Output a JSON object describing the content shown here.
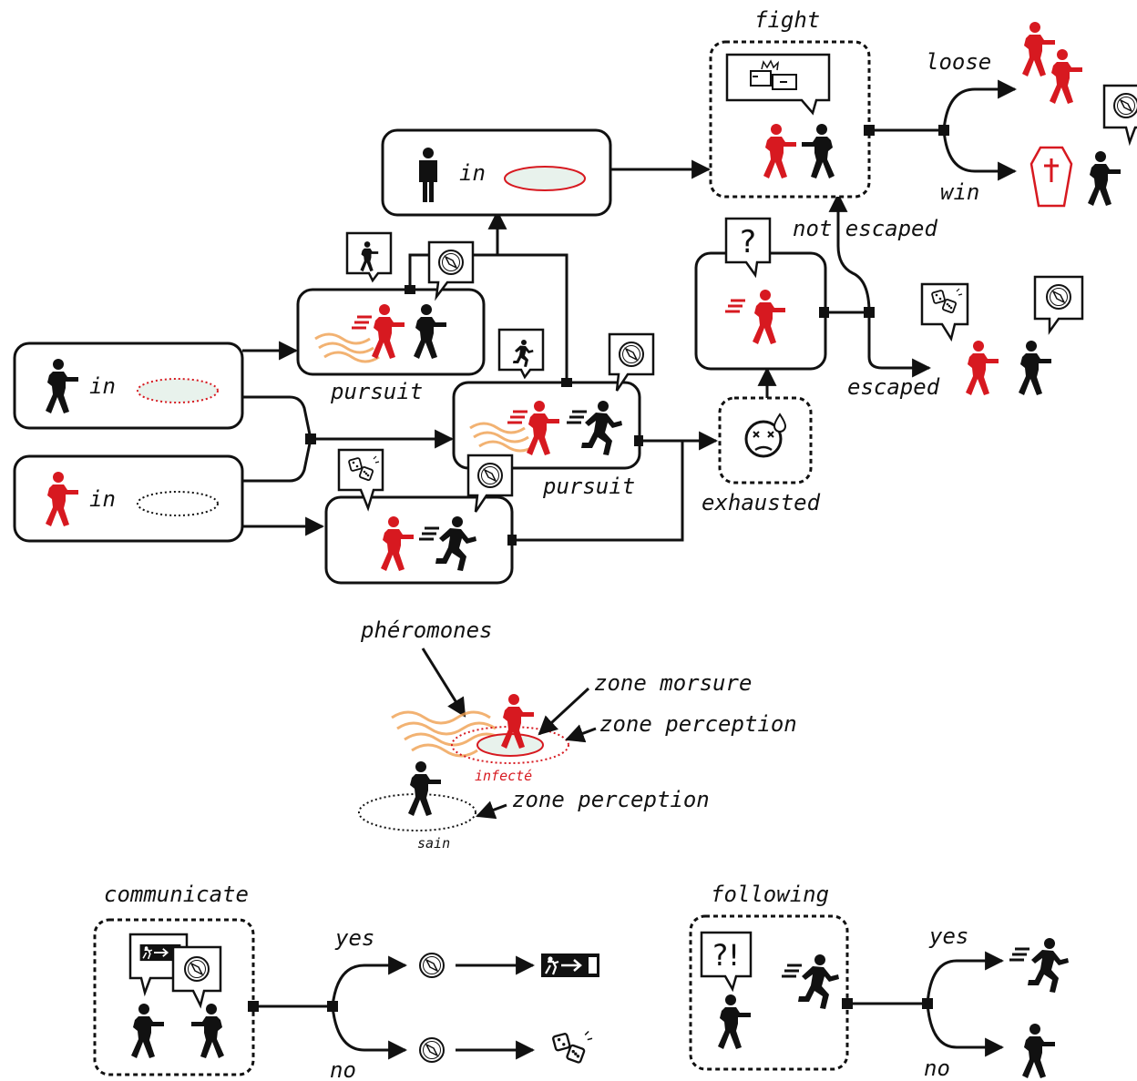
{
  "labels": {
    "in1": "in",
    "in2": "in",
    "in3": "in",
    "pursuit_top": "pursuit",
    "pursuit_mid": "pursuit",
    "exhausted": "exhausted",
    "fight": "fight",
    "loose": "loose",
    "win": "win",
    "not_escaped": "not escaped",
    "escaped": "escaped",
    "pheromones": "phéromones",
    "zone_morsure": "zone morsure",
    "zone_perception_infected": "zone perception",
    "zone_perception_healthy": "zone perception",
    "infecte": "infecté",
    "sain": "sain",
    "communicate": "communicate",
    "comm_yes": "yes",
    "comm_no": "no",
    "following": "following",
    "follow_yes": "yes",
    "follow_no": "no",
    "question_mark": "?",
    "question_exclaim": "?!"
  },
  "colors": {
    "infected": "#d71920",
    "healthy": "#111111",
    "pheromone": "#f0a050",
    "zone_fill": "#e8f2ec"
  },
  "icons": [
    "person-icon",
    "runner-icon",
    "compass-icon",
    "dice-icon",
    "exit-sign-icon",
    "coffin-icon",
    "exhausted-face-icon",
    "brawl-cloud-icon"
  ]
}
